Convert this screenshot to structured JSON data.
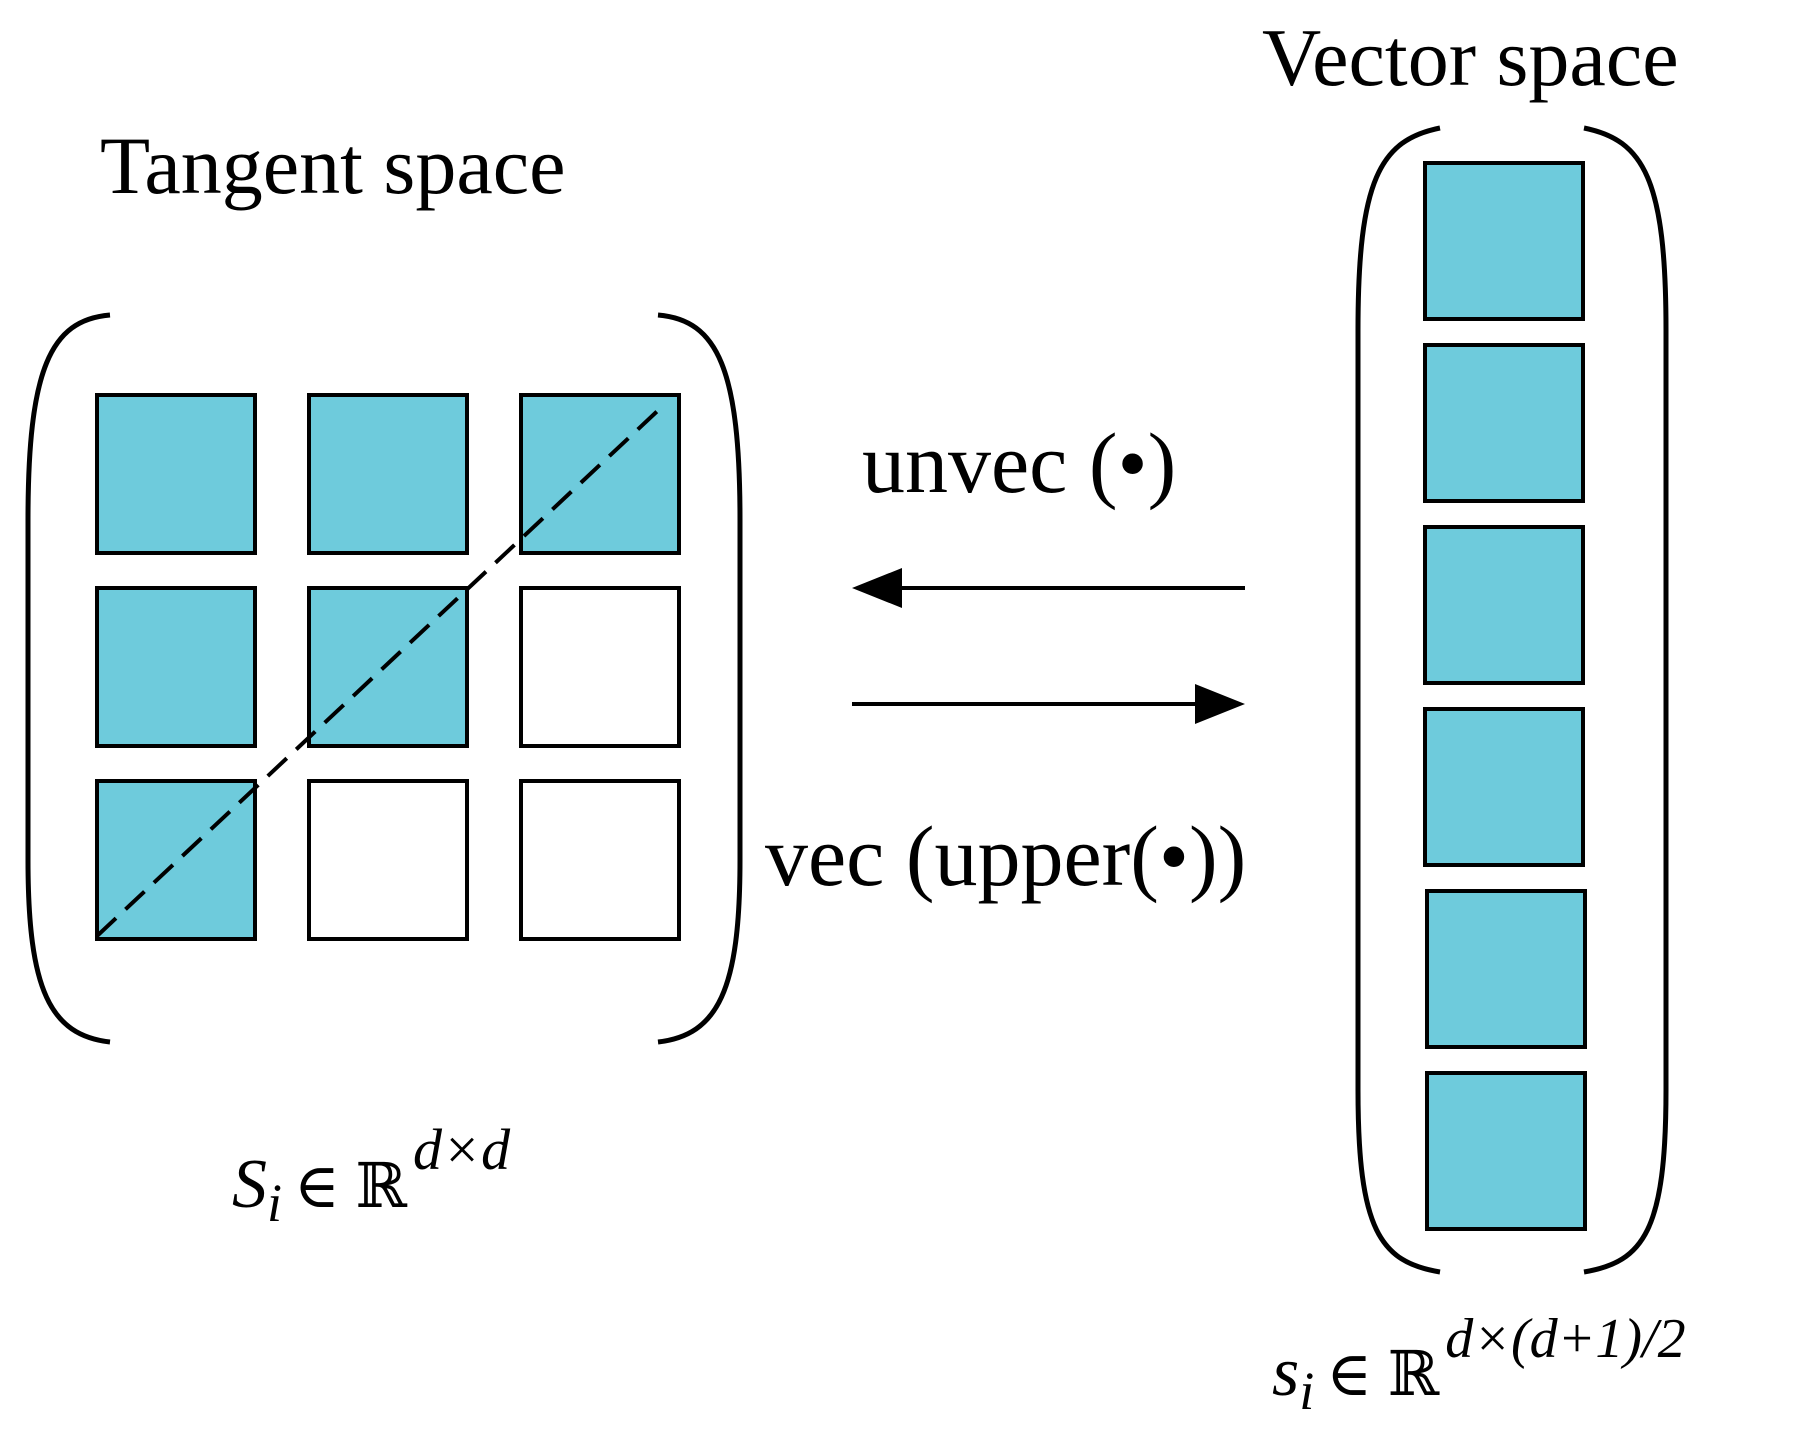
{
  "tangent": {
    "title": "Tangent space",
    "grid": [
      [
        1,
        1,
        1
      ],
      [
        1,
        1,
        0
      ],
      [
        1,
        0,
        0
      ]
    ],
    "formula": {
      "symbol": "S",
      "subscript": "i",
      "relation": "∈ ℝ",
      "superscript": "d×d"
    }
  },
  "vector": {
    "title": "Vector space",
    "cells": [
      1,
      1,
      1,
      1,
      1,
      1
    ],
    "formula": {
      "symbol": "s",
      "subscript": "i",
      "relation": "∈ ℝ",
      "superscript": "d×(d+1)/2"
    }
  },
  "arrows": {
    "unvec_label": "unvec (•)",
    "vec_label": "vec (upper(•))"
  },
  "colors": {
    "fill": "#6ecbdc",
    "stroke": "#000000",
    "background": "#ffffff"
  }
}
